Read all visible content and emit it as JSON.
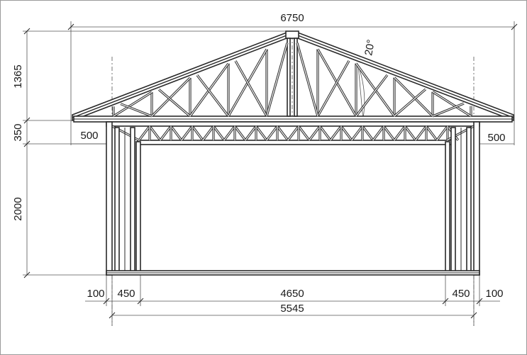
{
  "dimensions": {
    "overall_width": "6750",
    "roof_height": "1365",
    "truss_height": "350",
    "wall_height": "2000",
    "overhang_left": "500",
    "overhang_right": "500",
    "post_left": "100",
    "wall_left": "450",
    "opening": "4650",
    "wall_right": "450",
    "post_right": "100",
    "building_width": "5545",
    "roof_pitch": "20°"
  }
}
